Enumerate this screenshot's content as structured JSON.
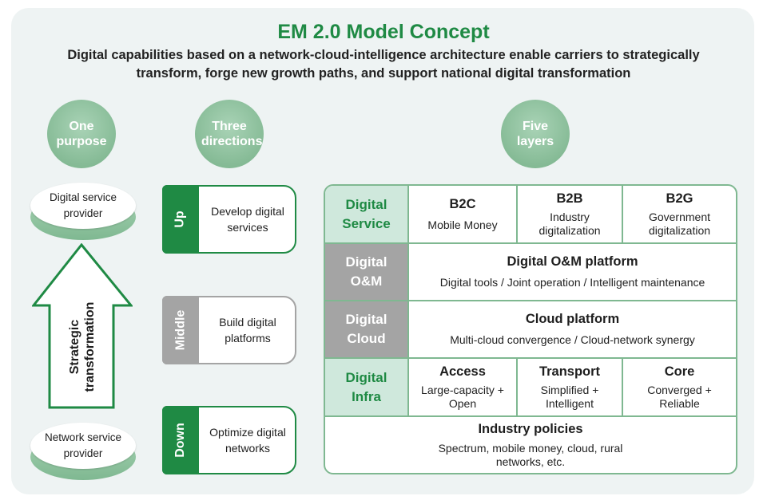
{
  "title": "EM 2.0 Model Concept",
  "subtitle": "Digital capabilities based on a network-cloud-intelligence architecture enable carriers to strategically transform, forge new growth paths, and support national digital transformation",
  "colors": {
    "green": "#1f8a44",
    "light_green": "#cfe8dc",
    "circle_green": "#86bb96",
    "gray": "#a4a4a4",
    "border_green": "#7fb891",
    "panel": "#eef3f3"
  },
  "headers": {
    "one_purpose": "One purpose",
    "three_directions": "Three directions",
    "five_layers": "Five layers"
  },
  "purpose": {
    "top_disc": "Digital service provider",
    "bottom_disc": "Network service provider",
    "arrow_label": "Strategic transformation"
  },
  "directions": [
    {
      "tab": "Up",
      "text": "Develop digital services"
    },
    {
      "tab": "Middle",
      "text": "Build digital platforms"
    },
    {
      "tab": "Down",
      "text": "Optimize digital networks"
    }
  ],
  "layers": {
    "service": {
      "label": "Digital Service",
      "items": [
        {
          "title": "B2C",
          "desc": "Mobile Money"
        },
        {
          "title": "B2B",
          "desc": "Industry digitalization"
        },
        {
          "title": "B2G",
          "desc": "Government digitalization"
        }
      ]
    },
    "om": {
      "label": "Digital O&M",
      "title": "Digital O&M platform",
      "desc": "Digital tools / Joint operation / Intelligent maintenance"
    },
    "cloud": {
      "label": "Digital Cloud",
      "title": "Cloud platform",
      "desc": "Multi-cloud convergence / Cloud-network synergy"
    },
    "infra": {
      "label": "Digital Infra",
      "items": [
        {
          "title": "Access",
          "desc": "Large-capacity + Open"
        },
        {
          "title": "Transport",
          "desc": "Simplified + Intelligent"
        },
        {
          "title": "Core",
          "desc": "Converged + Reliable"
        }
      ]
    },
    "policies": {
      "title": "Industry policies",
      "desc": "Spectrum, mobile money, cloud, rural networks, etc."
    }
  }
}
